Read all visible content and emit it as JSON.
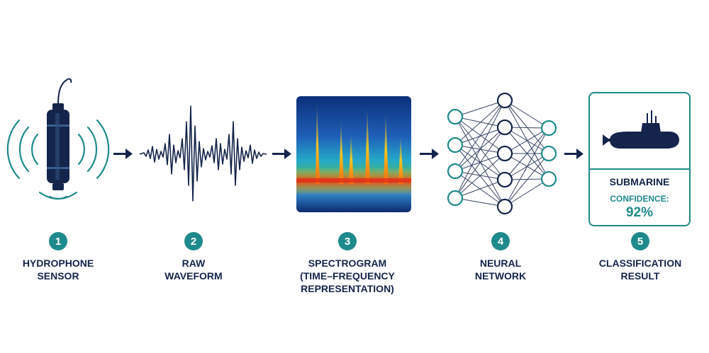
{
  "steps": [
    {
      "number": "1",
      "label_line1": "HYDROPHONE",
      "label_line2": "SENSOR"
    },
    {
      "number": "2",
      "label_line1": "RAW",
      "label_line2": "WAVEFORM"
    },
    {
      "number": "3",
      "label_line1": "SPECTROGRAM",
      "label_line2": "(TIME–FREQUENCY",
      "label_line3": "REPRESENTATION)"
    },
    {
      "number": "4",
      "label_line1": "NEURAL",
      "label_line2": "NETWORK"
    },
    {
      "number": "5",
      "label_line1": "CLASSIFICATION",
      "label_line2": "RESULT"
    }
  ],
  "result": {
    "class_name": "SUBMARINE",
    "confidence_label": "CONFIDENCE:",
    "confidence_value": "92%"
  },
  "icons": [
    "hydrophone-icon",
    "waveform-icon",
    "spectrogram-image",
    "neural-network-icon",
    "submarine-icon",
    "arrow-right-icon"
  ],
  "colors": {
    "navy": "#14244a",
    "teal": "#1f8a8c"
  }
}
